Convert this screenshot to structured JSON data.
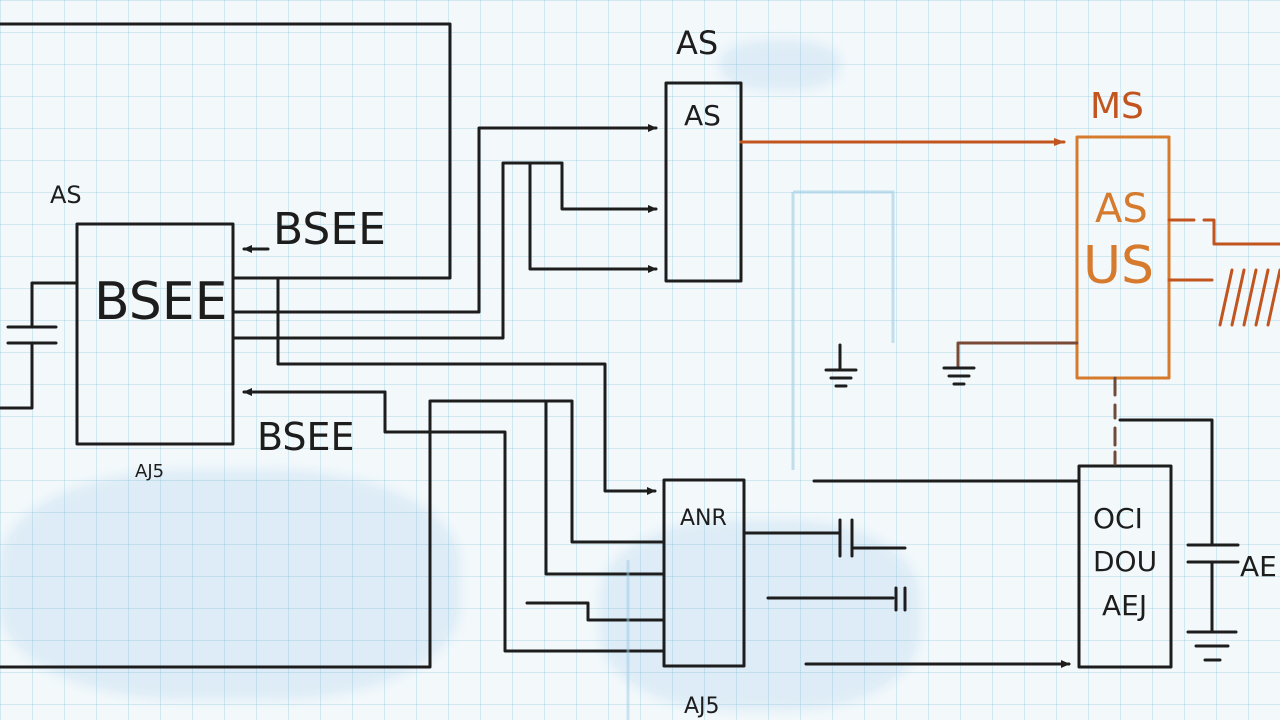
{
  "diagram": {
    "left_block": {
      "label_above": "AS",
      "text": "BSEE",
      "label_below": "AJ5"
    },
    "arrow_labels": {
      "upper": "BSEE",
      "lower": "BSEE"
    },
    "top_block": {
      "label_above": "AS",
      "text": "AS"
    },
    "right_block": {
      "label_above": "MS",
      "line1": "AS",
      "line2": "US"
    },
    "bottom_block": {
      "text": "ANR",
      "label_below": "AJ5"
    },
    "right_bottom_block": {
      "line1": "OCI",
      "line2": "DOU",
      "line3": "AEJ"
    },
    "capacitor_label": "AE",
    "colors": {
      "ink": "#1d1d1d",
      "orange": "#d67a2e",
      "deep_orange": "#c2551f",
      "grid": "#96c8dc",
      "wash": "#78b4e1"
    }
  }
}
